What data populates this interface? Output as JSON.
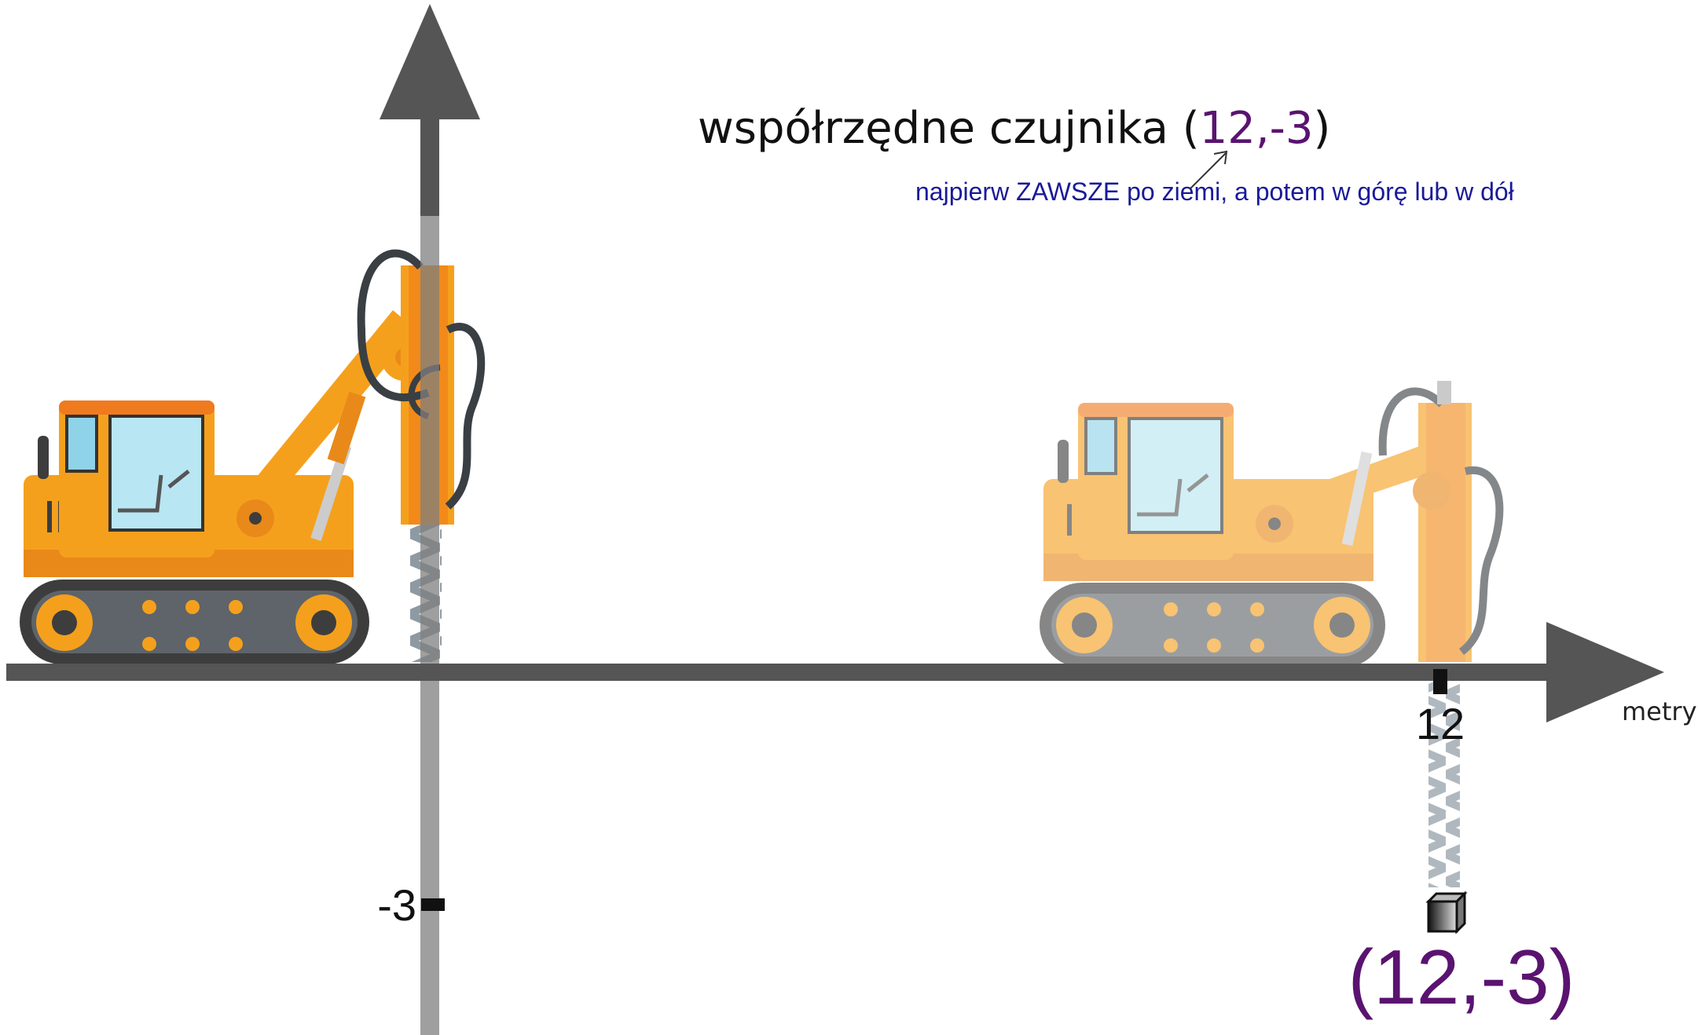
{
  "title": {
    "prefix": "współrzędne czujnika (",
    "coords": "12,-3",
    "suffix": ")"
  },
  "note": "najpierw ZAWSZE po ziemi, a potem w górę lub w dół",
  "x_axis": {
    "unit_label": "metry",
    "tick_label": "12",
    "tick_value": 12
  },
  "y_axis": {
    "tick_label": "-3",
    "tick_value": -3
  },
  "point_label": "(12,-3)",
  "colors": {
    "axis": "#555555",
    "machine_orange": "#f5a01c",
    "machine_dark_orange": "#e8891a",
    "track": "#4d4d4d",
    "title_text": "#111111",
    "coords_text": "#5a1370",
    "note_text": "#1a1a99"
  },
  "icons": [
    "drilling-rig-icon",
    "drilling-rig-faded-icon",
    "sensor-cube-icon",
    "drill-auger-icon",
    "pointer-arrow-icon"
  ]
}
